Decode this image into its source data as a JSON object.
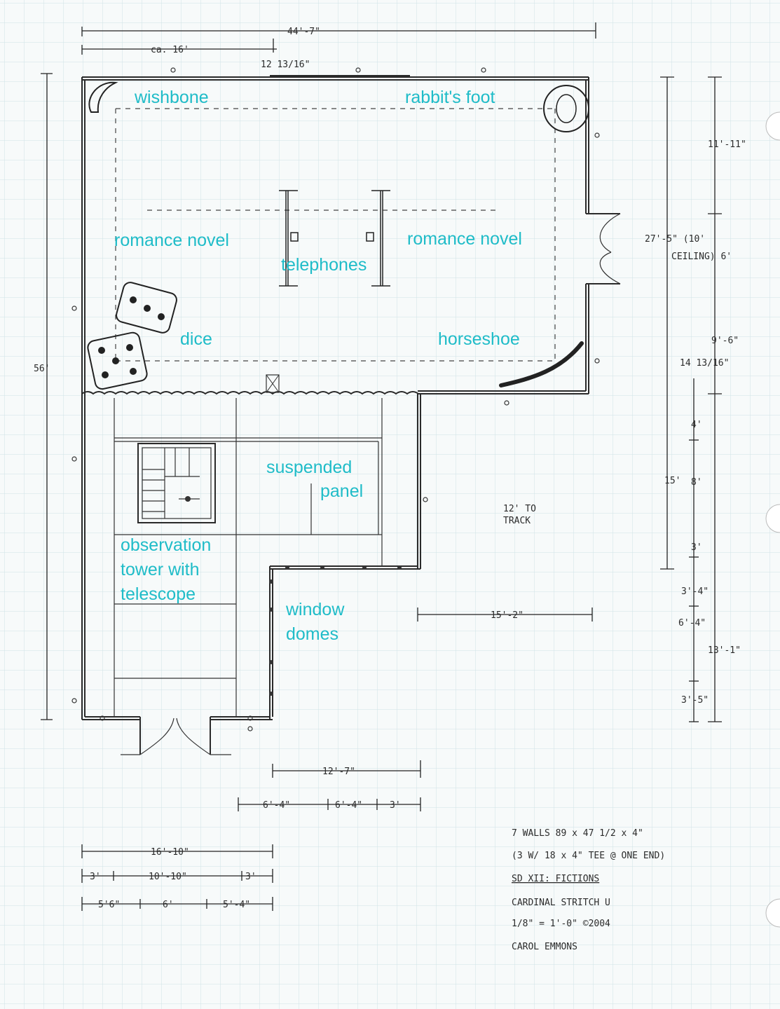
{
  "labels": {
    "wishbone": "wishbone",
    "rabbits_foot": "rabbit's foot",
    "romance_left": "romance novel",
    "romance_right": "romance novel",
    "telephones": "telephones",
    "dice": "dice",
    "horseshoe": "horseshoe",
    "suspended_1": "suspended",
    "suspended_2": "panel",
    "tower_1": "observation",
    "tower_2": "tower with",
    "tower_3": "telescope",
    "window_1": "window",
    "window_2": "domes"
  },
  "dims": {
    "top_overall": "44'-7\"",
    "top_ca": "ca. 16'",
    "top_small": "12 13/16\"",
    "left_height": "56'",
    "r_11_11": "11'-11\"",
    "r_27_5": "27'-5\" (10'",
    "r_ceiling": "CEILING) 6'",
    "r_9_6": "9'-6\"",
    "r_14": "14 13/16\"",
    "r_4": "4'",
    "r_15": "15'",
    "r_8": "8'",
    "r_3": "3'",
    "r_3_4": "3'-4\"",
    "r_6_4": "6'-4\"",
    "r_13_1": "13'-1\"",
    "r_3_5": "3'-5\"",
    "track_1": "12' TO",
    "track_2": "TRACK",
    "mid_15_2": "15'-2\"",
    "b_12_7": "12'-7\"",
    "b_6_4a": "6'-4\"",
    "b_6_4b": "6'-4\"",
    "b_3": "3'",
    "b_16_10": "16'-10\"",
    "b_3a": "3'",
    "b_10_10": "10'-10\"",
    "b_3b": "3'",
    "b_5_6": "5'6\"",
    "b_6": "6'",
    "b_5_4": "5'-4\""
  },
  "notes": {
    "line1": "7 WALLS 89 x 47 1/2 x 4\"",
    "line2": "(3 W/ 18 x 4\" TEE @ ONE END)",
    "line3": "SD XII: FICTIONS",
    "line4": "CARDINAL STRITCH U",
    "line5": "1/8\" = 1'-0\"   ©2004",
    "line6": "CAROL EMMONS"
  },
  "colors": {
    "label": "#1fbcc8",
    "grid": "#cfe3e6",
    "ink": "#2a2a2a"
  }
}
